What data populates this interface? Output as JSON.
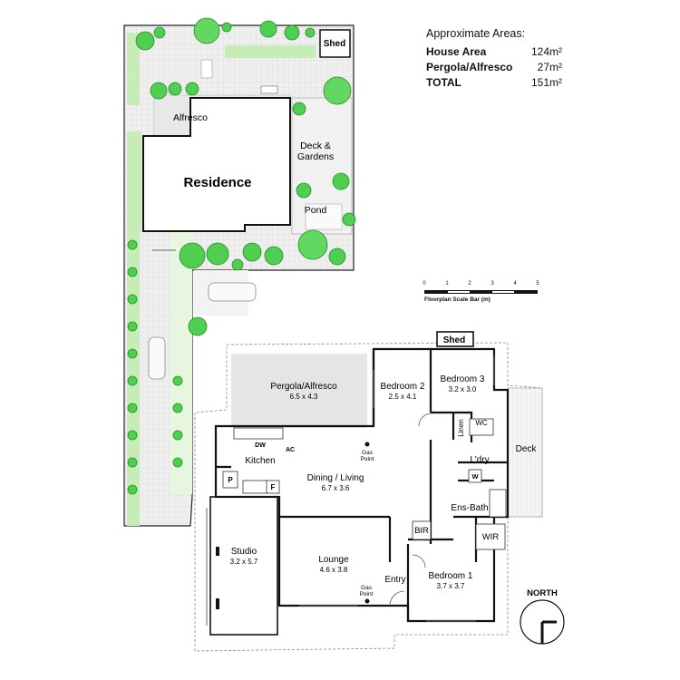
{
  "areas": {
    "title": "Approximate Areas:",
    "rows": [
      {
        "label": "House Area",
        "value": "124m²"
      },
      {
        "label": "Pergola/Alfresco",
        "value": "27m²"
      },
      {
        "label": "TOTAL",
        "value": "151m²"
      }
    ]
  },
  "scale_bar": {
    "ticks": [
      "0",
      "1",
      "2",
      "3",
      "4",
      "5"
    ],
    "caption": "Floorplan Scale Bar (m)"
  },
  "site": {
    "shed": "Shed",
    "alfresco": "Alfresco",
    "residence": "Residence",
    "deck_1": "Deck &",
    "deck_2": "Gardens",
    "pond": "Pond"
  },
  "floor": {
    "shed": "Shed",
    "pergola": {
      "name": "Pergola/Alfresco",
      "dims": "6.5 x 4.3"
    },
    "bedroom2": {
      "name": "Bedroom 2",
      "dims": "2.5 x 4.1"
    },
    "bedroom3": {
      "name": "Bedroom 3",
      "dims": "3.2 x 3.0"
    },
    "linen": "Linen",
    "wc": "WC",
    "deck": "Deck",
    "dw": "DW",
    "ac": "AC",
    "gas_1": "Gas",
    "gas_2": "Point",
    "kitchen": "Kitchen",
    "ldry": "L'dry",
    "w": "W",
    "p": "P",
    "f": "F",
    "dining": {
      "name": "Dining / Living",
      "dims": "6.7 x 3.6"
    },
    "ensbath": "Ens-Bath",
    "bir": "BIR",
    "wir": "WIR",
    "studio": {
      "name": "Studio",
      "dims": "3.2 x 5.7"
    },
    "lounge": {
      "name": "Lounge",
      "dims": "4.6 x 3.8"
    },
    "entry": "Entry",
    "gas2_1": "Gas",
    "gas2_2": "Point",
    "bedroom1": {
      "name": "Bedroom 1",
      "dims": "3.7 x 3.7"
    },
    "north": "NORTH"
  }
}
